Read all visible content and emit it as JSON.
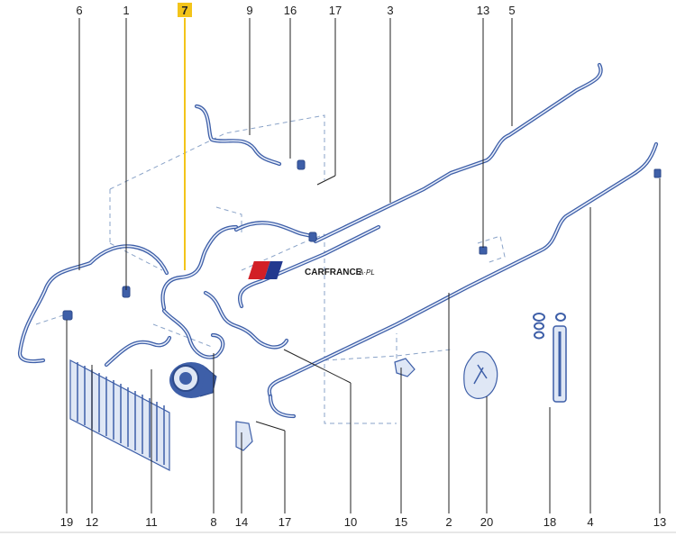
{
  "diagram": {
    "highlight_color": "#f3c41a",
    "pipe_color": "#3e5fa8",
    "highlighted_callout": "7",
    "callouts_top": [
      "6",
      "1",
      "7",
      "9",
      "16",
      "17",
      "3",
      "13",
      "5"
    ],
    "callouts_bottom": [
      "19",
      "12",
      "11",
      "8",
      "14",
      "17",
      "10",
      "15",
      "2",
      "20",
      "18",
      "4",
      "13"
    ],
    "watermark": {
      "text_main": "CARFRANCE",
      "text_suffix": "A·PL"
    }
  }
}
